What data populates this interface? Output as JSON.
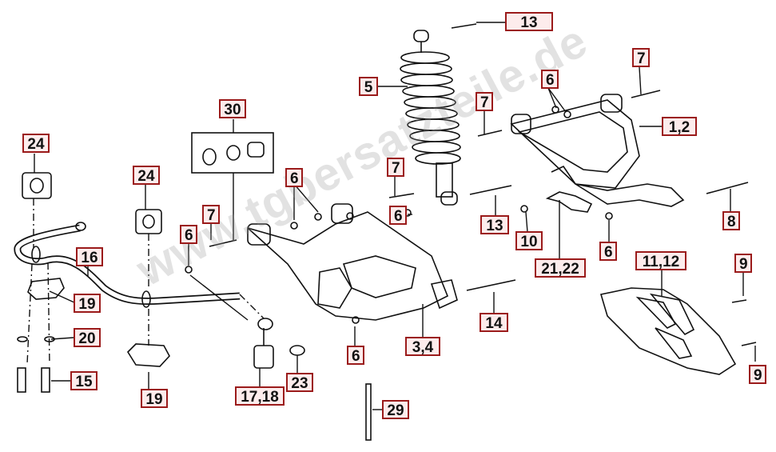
{
  "watermark": "www.tgbersatzteile.de",
  "colors": {
    "callout_border": "#9b1b1b",
    "callout_fill": "#fdecec",
    "line": "#111111",
    "watermark": "#969696"
  },
  "callouts": {
    "c13a": "13",
    "c7a": "7",
    "c5": "5",
    "c6a": "6",
    "c7b": "7",
    "c12": "1,2",
    "c30": "30",
    "c6b": "6",
    "c7c": "7",
    "c6c": "6",
    "c13b": "13",
    "c10": "10",
    "c8": "8",
    "c2122": "21,22",
    "c6d": "6",
    "c24a": "24",
    "c24b": "24",
    "c7d": "7",
    "c6e": "6",
    "c16": "16",
    "c19a": "19",
    "c20": "20",
    "c15": "15",
    "c19b": "19",
    "c1718": "17,18",
    "c23": "23",
    "c29": "29",
    "c6f": "6",
    "c34": "3,4",
    "c14": "14",
    "c1112": "11,12",
    "c9a": "9",
    "c9b": "9"
  }
}
